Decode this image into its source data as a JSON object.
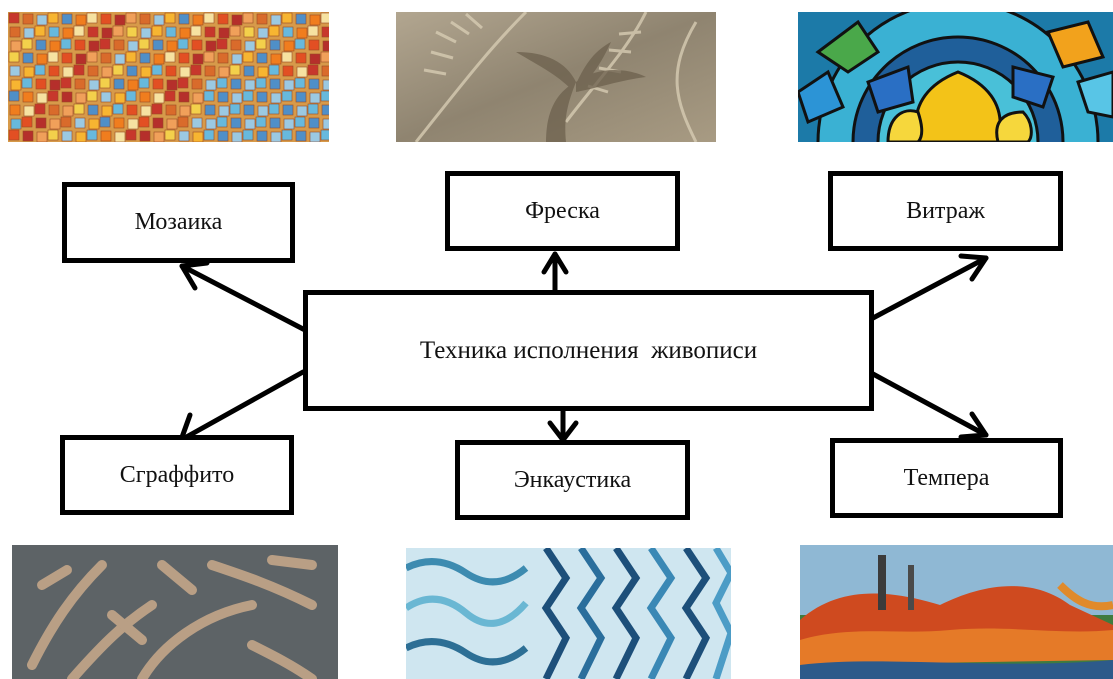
{
  "diagram": {
    "center": "Техника исполнения  живописи",
    "techniques": {
      "mosaic": "Мозаика",
      "fresco": "Фреска",
      "stained_glass": "Витраж",
      "sgraffito": "Сграффито",
      "encaustic": "Энкаустика",
      "tempera": "Темпера"
    }
  },
  "colors": {
    "border": "#000000",
    "background": "#ffffff"
  },
  "icons": {
    "arrow": "arrow-icon"
  }
}
